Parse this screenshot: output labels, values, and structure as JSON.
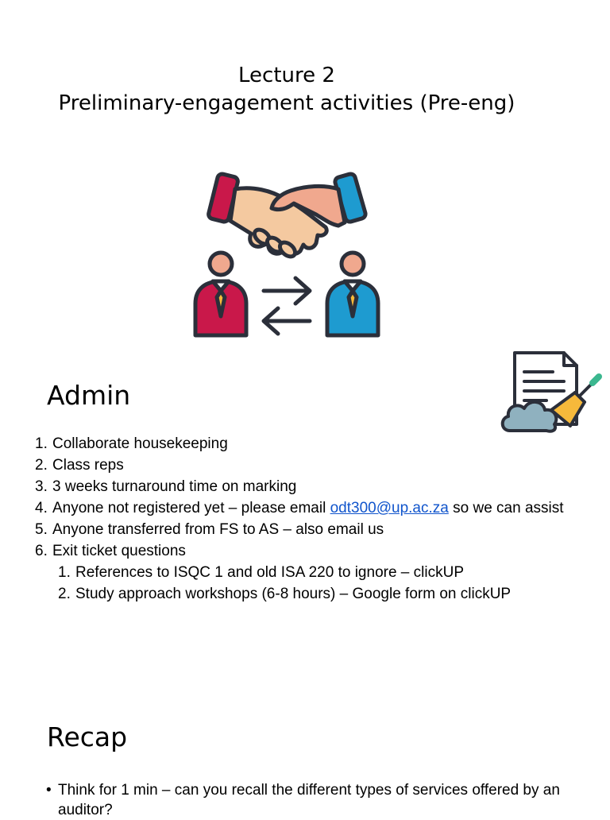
{
  "title": {
    "line1": "Lecture 2",
    "line2": "Preliminary-engagement activities (Pre-eng)"
  },
  "icons": {
    "main": "handshake-exchange-icon",
    "admin": "document-broom-icon"
  },
  "colors": {
    "red": "#c9184a",
    "blue": "#1e9bd0",
    "skin": "#f4c9a0",
    "skin_pink": "#f0a88e",
    "outline": "#2b2f3a",
    "cloud": "#8fb1bf",
    "broom_yellow": "#f6b93b",
    "broom_green": "#3bb78f",
    "link": "#1155cc"
  },
  "admin": {
    "heading": "Admin",
    "items": [
      {
        "num": "1.",
        "text": "Collaborate housekeeping"
      },
      {
        "num": "2.",
        "text": "Class reps"
      },
      {
        "num": "3.",
        "text": "3 weeks turnaround time on marking"
      },
      {
        "num": "4.",
        "text_before": "Anyone not registered yet – please email ",
        "link": "odt300@up.ac.za",
        "text_after": " so we can assist"
      },
      {
        "num": "5.",
        "text": "Anyone transferred from FS to AS – also email us"
      },
      {
        "num": "6.",
        "text": "Exit ticket questions"
      }
    ],
    "subitems": [
      {
        "num": "1.",
        "text": "References to ISQC 1 and old ISA 220 to ignore – clickUP"
      },
      {
        "num": "2.",
        "text": "Study approach workshops (6-8 hours) – Google form on clickUP"
      }
    ]
  },
  "recap": {
    "heading": "Recap",
    "bullets": [
      {
        "symbol": "•",
        "text": "Think for 1 min – can you recall the different types of services offered by an auditor?"
      }
    ]
  }
}
